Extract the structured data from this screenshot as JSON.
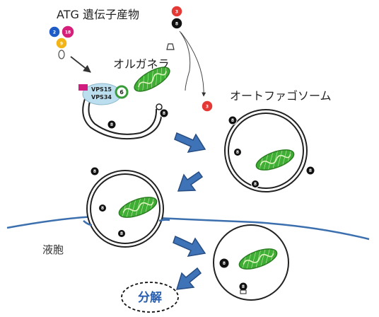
{
  "labels": {
    "atg_products": "ATG 遺伝子産物",
    "organelle": "オルガネラ",
    "autophagosome": "オートファゴソーム",
    "vacuole": "液胞",
    "degradation": "分解"
  },
  "complex": {
    "protein_a": "VPS15",
    "protein_b": "VPS34",
    "side_number": "6"
  },
  "atg_cluster": [
    "2",
    "18",
    "9"
  ],
  "atg_top": [
    "3",
    "8"
  ],
  "atg_free": "3",
  "vesicle_marker": "8",
  "stalk_marker": "8",
  "colors": {
    "arrow_blue": "#3f73b8",
    "membrane_blue": "#3b6fae",
    "mito_green": "#3fae35",
    "degradation_blue": "#2a5fb0",
    "atg_red": "#e53935",
    "atg_blue": "#1e5bc6",
    "atg_pink": "#d61e7b",
    "atg_yellow": "#f2b417",
    "complex_fill": "#bcdff0",
    "atg_green": "#3a9b3a",
    "atg_magenta": "#d11c7f"
  }
}
